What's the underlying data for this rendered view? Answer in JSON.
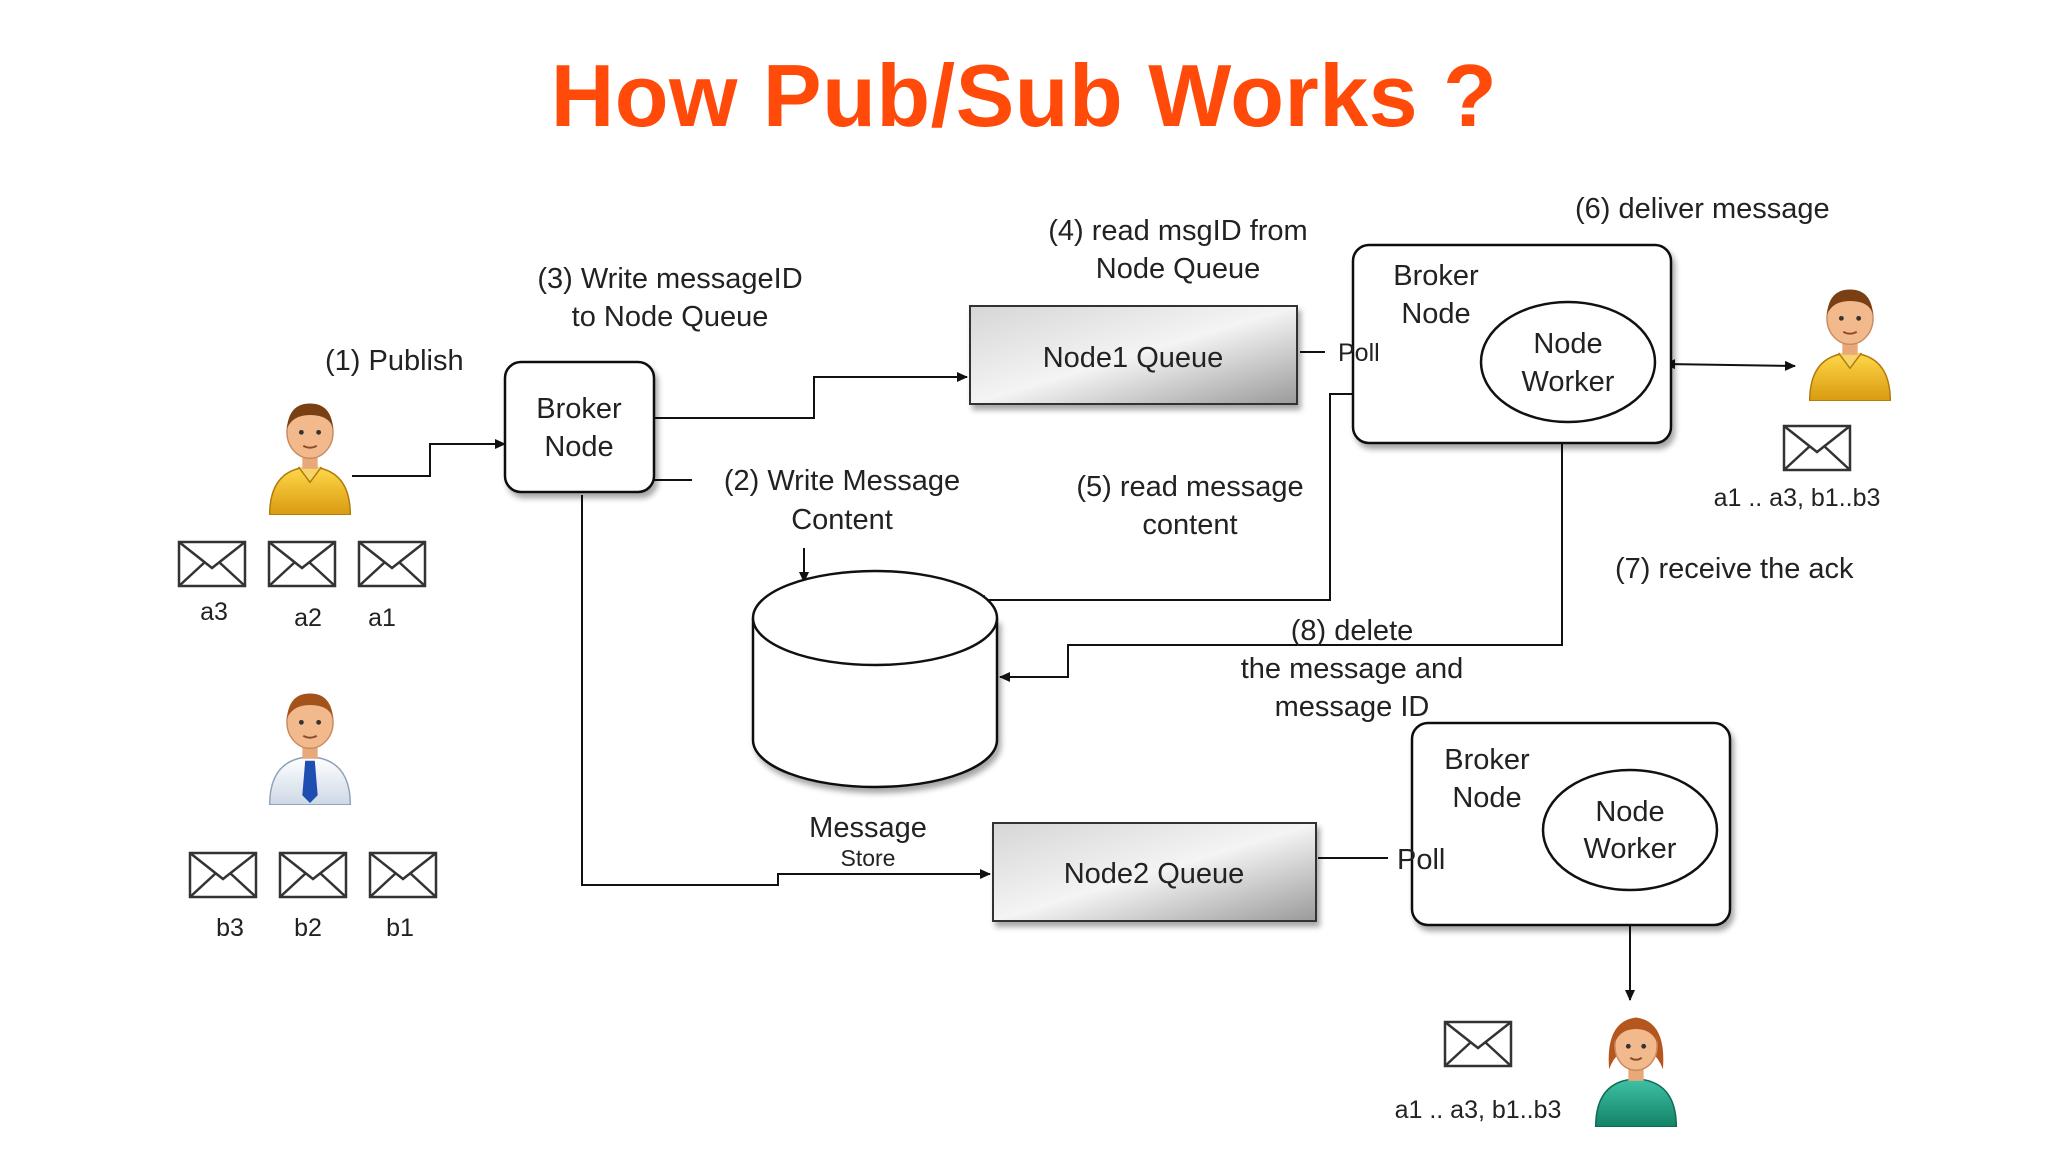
{
  "slide": {
    "title": "How Pub/Sub Works ?"
  },
  "colors": {
    "title": "#FF4A0A"
  },
  "steps": {
    "publish": "(1) Publish",
    "write_content": [
      "(2) Write Message",
      "Content"
    ],
    "write_msgid": [
      "(3) Write messageID",
      "to Node Queue"
    ],
    "read_msgid": [
      "(4) read msgID from",
      "Node Queue"
    ],
    "read_content": [
      "(5) read message",
      "content"
    ],
    "deliver": "(6) deliver message",
    "receive_ack": "(7) receive the ack",
    "delete": [
      "(8) delete",
      "the message and",
      "message ID"
    ]
  },
  "nodes": {
    "broker_main": [
      "Broker",
      "Node"
    ],
    "queue1": "Node1 Queue",
    "queue2": "Node2 Queue",
    "broker_top": [
      "Broker",
      "Node"
    ],
    "worker_top": [
      "Node",
      "Worker"
    ],
    "broker_bottom": [
      "Broker",
      "Node"
    ],
    "worker_bottom": [
      "Node",
      "Worker"
    ],
    "poll_top": "Poll",
    "poll_bottom": "Poll",
    "store": [
      "Message",
      "Store"
    ]
  },
  "messages": {
    "publisher_a": [
      "a3",
      "a2",
      "a1"
    ],
    "publisher_b": [
      "b3",
      "b2",
      "b1"
    ],
    "subscriber_top": "a1 .. a3, b1..b3",
    "subscriber_bottom": "a1 .. a3, b1..b3"
  },
  "icons": {
    "person": "person-icon",
    "envelope": "envelope-icon",
    "database": "database-icon"
  }
}
